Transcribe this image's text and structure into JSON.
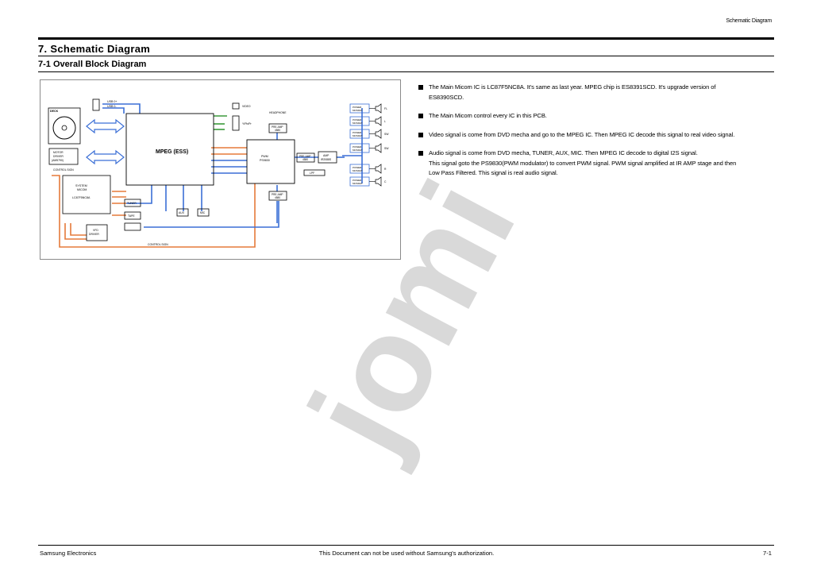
{
  "header": {
    "right": "Schematic Diagram"
  },
  "titles": {
    "section": "7. Schematic Diagram",
    "subsection": "7-1 Overall Block Diagram"
  },
  "bullets": [
    {
      "lines": [
        "The Main Micom IC is LC87F5NC8A. It's same as last year. MPEG chip is ES8391SCD. It's upgrade version of",
        "ES8390SCD."
      ]
    },
    {
      "lines": [
        "The Main Micom control every IC in this PCB."
      ]
    },
    {
      "lines": [
        "Video signal is come from DVD mecha and go to the MPEG IC. Then MPEG IC decode this signal to real video signal."
      ]
    },
    {
      "lines": [
        "Audio signal is come from DVD mecha, TUNER, AUX, MIC. Then MPEG IC decode to digital I2S signal.",
        "This signal goto the PS9830(PWM modulator) to convert PWM signal. PWM signal amplified at IR AMP stage and then",
        "Low Pass Filtered. This signal is real audio signal."
      ]
    }
  ],
  "diagram": {
    "deck": "DECK",
    "motor": [
      "MOTOR",
      "DRIVER",
      "(AM5790)"
    ],
    "control_sign": "CONTROL SIGN",
    "micom": [
      "SYSTEM",
      "MICOM",
      "",
      "LC87F5NC8A"
    ],
    "mpeg": "MPEG (ESS)",
    "usb": [
      "USB 0+",
      "USB 0-"
    ],
    "video_labels": [
      "VIDEO",
      "Y/Pb/Pr"
    ],
    "headphone": "HEADPHONE",
    "preamp": [
      "PRE-AMP",
      "4580"
    ],
    "pwm": [
      "PWM",
      "PS9830"
    ],
    "amp": [
      "AMP",
      "IR2088S"
    ],
    "lpf": "LPF",
    "tuner": "TUNER",
    "tape": "TAPE",
    "aux": "AUX",
    "mic": "MIC",
    "vfd": [
      "VFD",
      "DRIVER"
    ],
    "power": [
      "POWER",
      "MOSFET"
    ],
    "channels": [
      "FL",
      "L",
      "SW",
      "SW",
      "R",
      "C"
    ],
    "bottom_control": "CONTROL SIGN"
  },
  "footer": {
    "left": "Samsung Electronics",
    "center": "This Document can not be used without Samsung's authorization.",
    "right": "7-1"
  },
  "watermark": "jomi"
}
